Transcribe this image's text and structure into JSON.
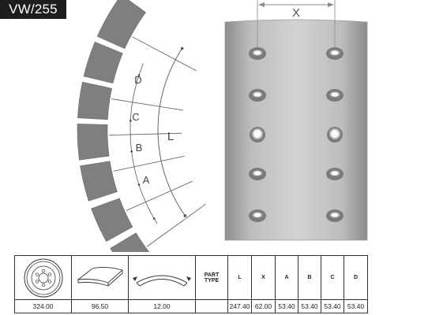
{
  "product_code": "VW/255",
  "dimension_labels": {
    "L": "L",
    "X": "X",
    "A": "A",
    "B": "B",
    "C": "C",
    "D": "D"
  },
  "table": {
    "part_type_header": "PART\nTYPE",
    "headers": [
      "L",
      "X",
      "A",
      "B",
      "C",
      "D"
    ],
    "row": {
      "drum_diameter": "324.00",
      "shoe_width": "96.50",
      "lining_thickness": "12.00",
      "part_type": "",
      "values": [
        "247.40",
        "62.00",
        "53.40",
        "53.40",
        "53.40",
        "53.40"
      ]
    }
  }
}
